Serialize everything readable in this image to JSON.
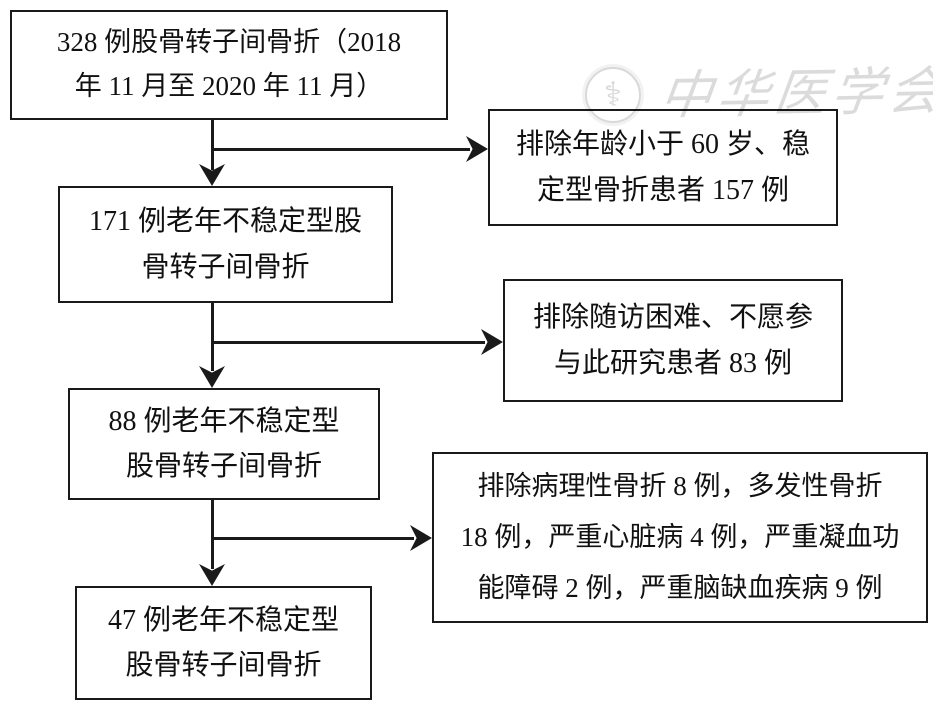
{
  "colors": {
    "background": "#ffffff",
    "stroke": "#1a1a1a",
    "text": "#111111",
    "watermark": "#d9d9d9"
  },
  "watermark": {
    "emblem_icon": "cma-emblem",
    "emblem_glyph": "⚕",
    "text": "中华医学会"
  },
  "flowchart": {
    "main_boxes": [
      {
        "id": "initial-cohort",
        "lines": [
          "328 例股骨转子间骨折（2018",
          "年 11 月至 2020 年 11 月）"
        ]
      },
      {
        "id": "cohort-171",
        "lines": [
          "171 例老年不稳定型股",
          "骨转子间骨折"
        ]
      },
      {
        "id": "cohort-88",
        "lines": [
          "88 例老年不稳定型",
          "股骨转子间骨折"
        ]
      },
      {
        "id": "cohort-47",
        "lines": [
          "47 例老年不稳定型",
          "股骨转子间骨折"
        ]
      }
    ],
    "exclusion_boxes": [
      {
        "id": "exclusion-age-stable",
        "lines": [
          "排除年龄小于 60 岁、稳",
          "定型骨折患者 157 例"
        ]
      },
      {
        "id": "exclusion-followup-refusal",
        "lines": [
          "排除随访困难、不愿参",
          "与此研究患者 83 例"
        ]
      },
      {
        "id": "exclusion-comorbidity",
        "lines": [
          "排除病理性骨折 8 例，多发性骨折",
          "18 例，严重心脏病 4 例，严重凝血功",
          "能障碍 2 例，严重脑缺血疾病 9 例"
        ]
      }
    ]
  }
}
